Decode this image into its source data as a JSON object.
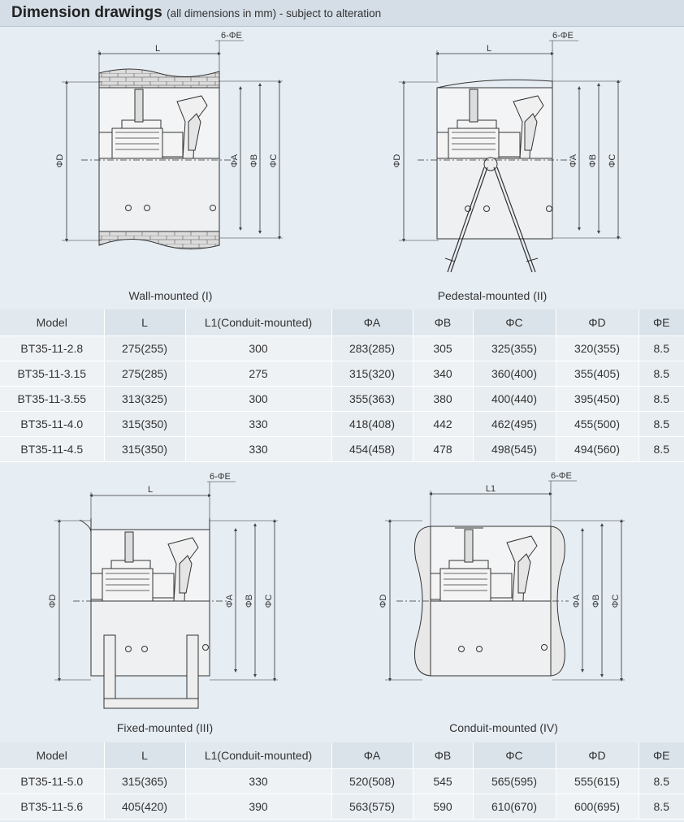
{
  "header": {
    "title": "Dimension drawings",
    "subtitle": "(all dimensions in mm) - subject to alteration"
  },
  "drawings": [
    {
      "caption": "Wall-mounted (I)",
      "labels": {
        "l": "L",
        "e": "6-ΦE",
        "a": "ΦA",
        "b": "ΦB",
        "c": "ΦC",
        "d": "ΦD"
      }
    },
    {
      "caption": "Pedestal-mounted (II)",
      "labels": {
        "l": "L",
        "e": "6-ΦE",
        "a": "ΦA",
        "b": "ΦB",
        "c": "ΦC",
        "d": "ΦD"
      }
    },
    {
      "caption": "Fixed-mounted (III)",
      "labels": {
        "l": "L",
        "e": "6-ΦE",
        "a": "ΦA",
        "b": "ΦB",
        "c": "ΦC",
        "d": "ΦD"
      }
    },
    {
      "caption": "Conduit-mounted (IV)",
      "labels": {
        "l": "L1",
        "e": "6-ΦE",
        "a": "ΦA",
        "b": "ΦB",
        "c": "ΦC",
        "d": "ΦD"
      }
    }
  ],
  "table_headers": [
    "Model",
    "L",
    "L1(Conduit-mounted)",
    "ΦA",
    "ΦB",
    "ΦC",
    "ΦD",
    "ΦE"
  ],
  "table1": [
    [
      "BT35-11-2.8",
      "275(255)",
      "300",
      "283(285)",
      "305",
      "325(355)",
      "320(355)",
      "8.5"
    ],
    [
      "BT35-11-3.15",
      "275(285)",
      "275",
      "315(320)",
      "340",
      "360(400)",
      "355(405)",
      "8.5"
    ],
    [
      "BT35-11-3.55",
      "313(325)",
      "300",
      "355(363)",
      "380",
      "400(440)",
      "395(450)",
      "8.5"
    ],
    [
      "BT35-11-4.0",
      "315(350)",
      "330",
      "418(408)",
      "442",
      "462(495)",
      "455(500)",
      "8.5"
    ],
    [
      "BT35-11-4.5",
      "315(350)",
      "330",
      "454(458)",
      "478",
      "498(545)",
      "494(560)",
      "8.5"
    ]
  ],
  "table2": [
    [
      "BT35-11-5.0",
      "315(365)",
      "330",
      "520(508)",
      "545",
      "565(595)",
      "555(615)",
      "8.5"
    ],
    [
      "BT35-11-5.6",
      "405(420)",
      "390",
      "563(575)",
      "590",
      "610(670)",
      "600(695)",
      "8.5"
    ]
  ]
}
